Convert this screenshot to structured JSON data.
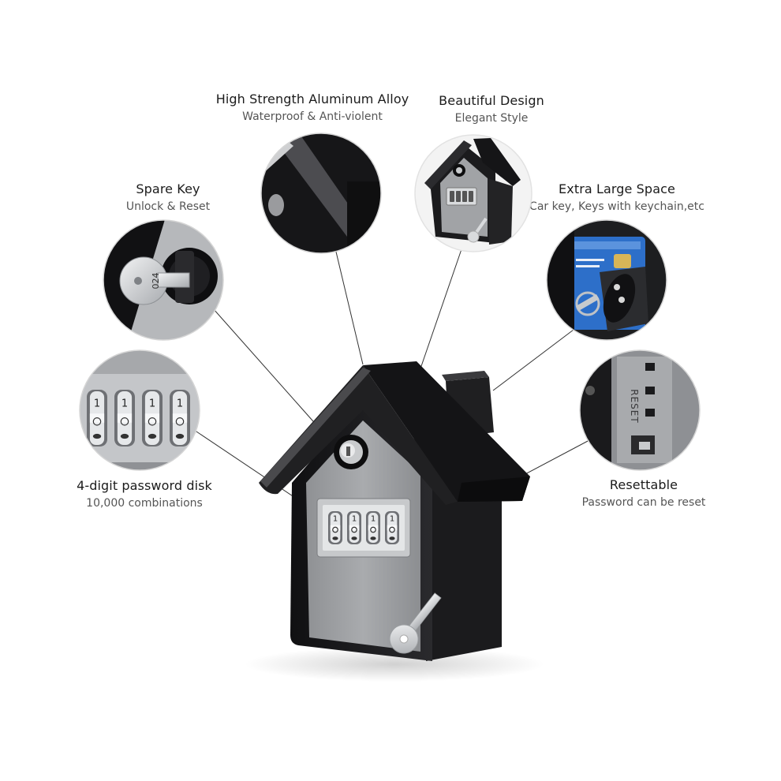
{
  "features": {
    "alloy": {
      "title": "High Strength Aluminum Alloy",
      "subtitle": "Waterproof & Anti-violent"
    },
    "design": {
      "title": "Beautiful Design",
      "subtitle": "Elegant Style"
    },
    "spare": {
      "title": "Spare Key",
      "subtitle": "Unlock & Reset"
    },
    "space": {
      "title": "Extra Large Space",
      "subtitle": "Car key, Keys with keychain,etc"
    },
    "password": {
      "title": "4-digit password disk",
      "subtitle": "10,000 combinations"
    },
    "reset": {
      "title": "Resettable",
      "subtitle": "Password can be reset"
    }
  },
  "spare_key_code": "024",
  "reset_label": "RESET",
  "dial_digits": [
    "1",
    "1",
    "1",
    "1"
  ],
  "colors": {
    "housing": "#1a1a1c",
    "panel": "#9ea0a3",
    "metal": "#d6d8da",
    "card": "#2d6fc9"
  }
}
